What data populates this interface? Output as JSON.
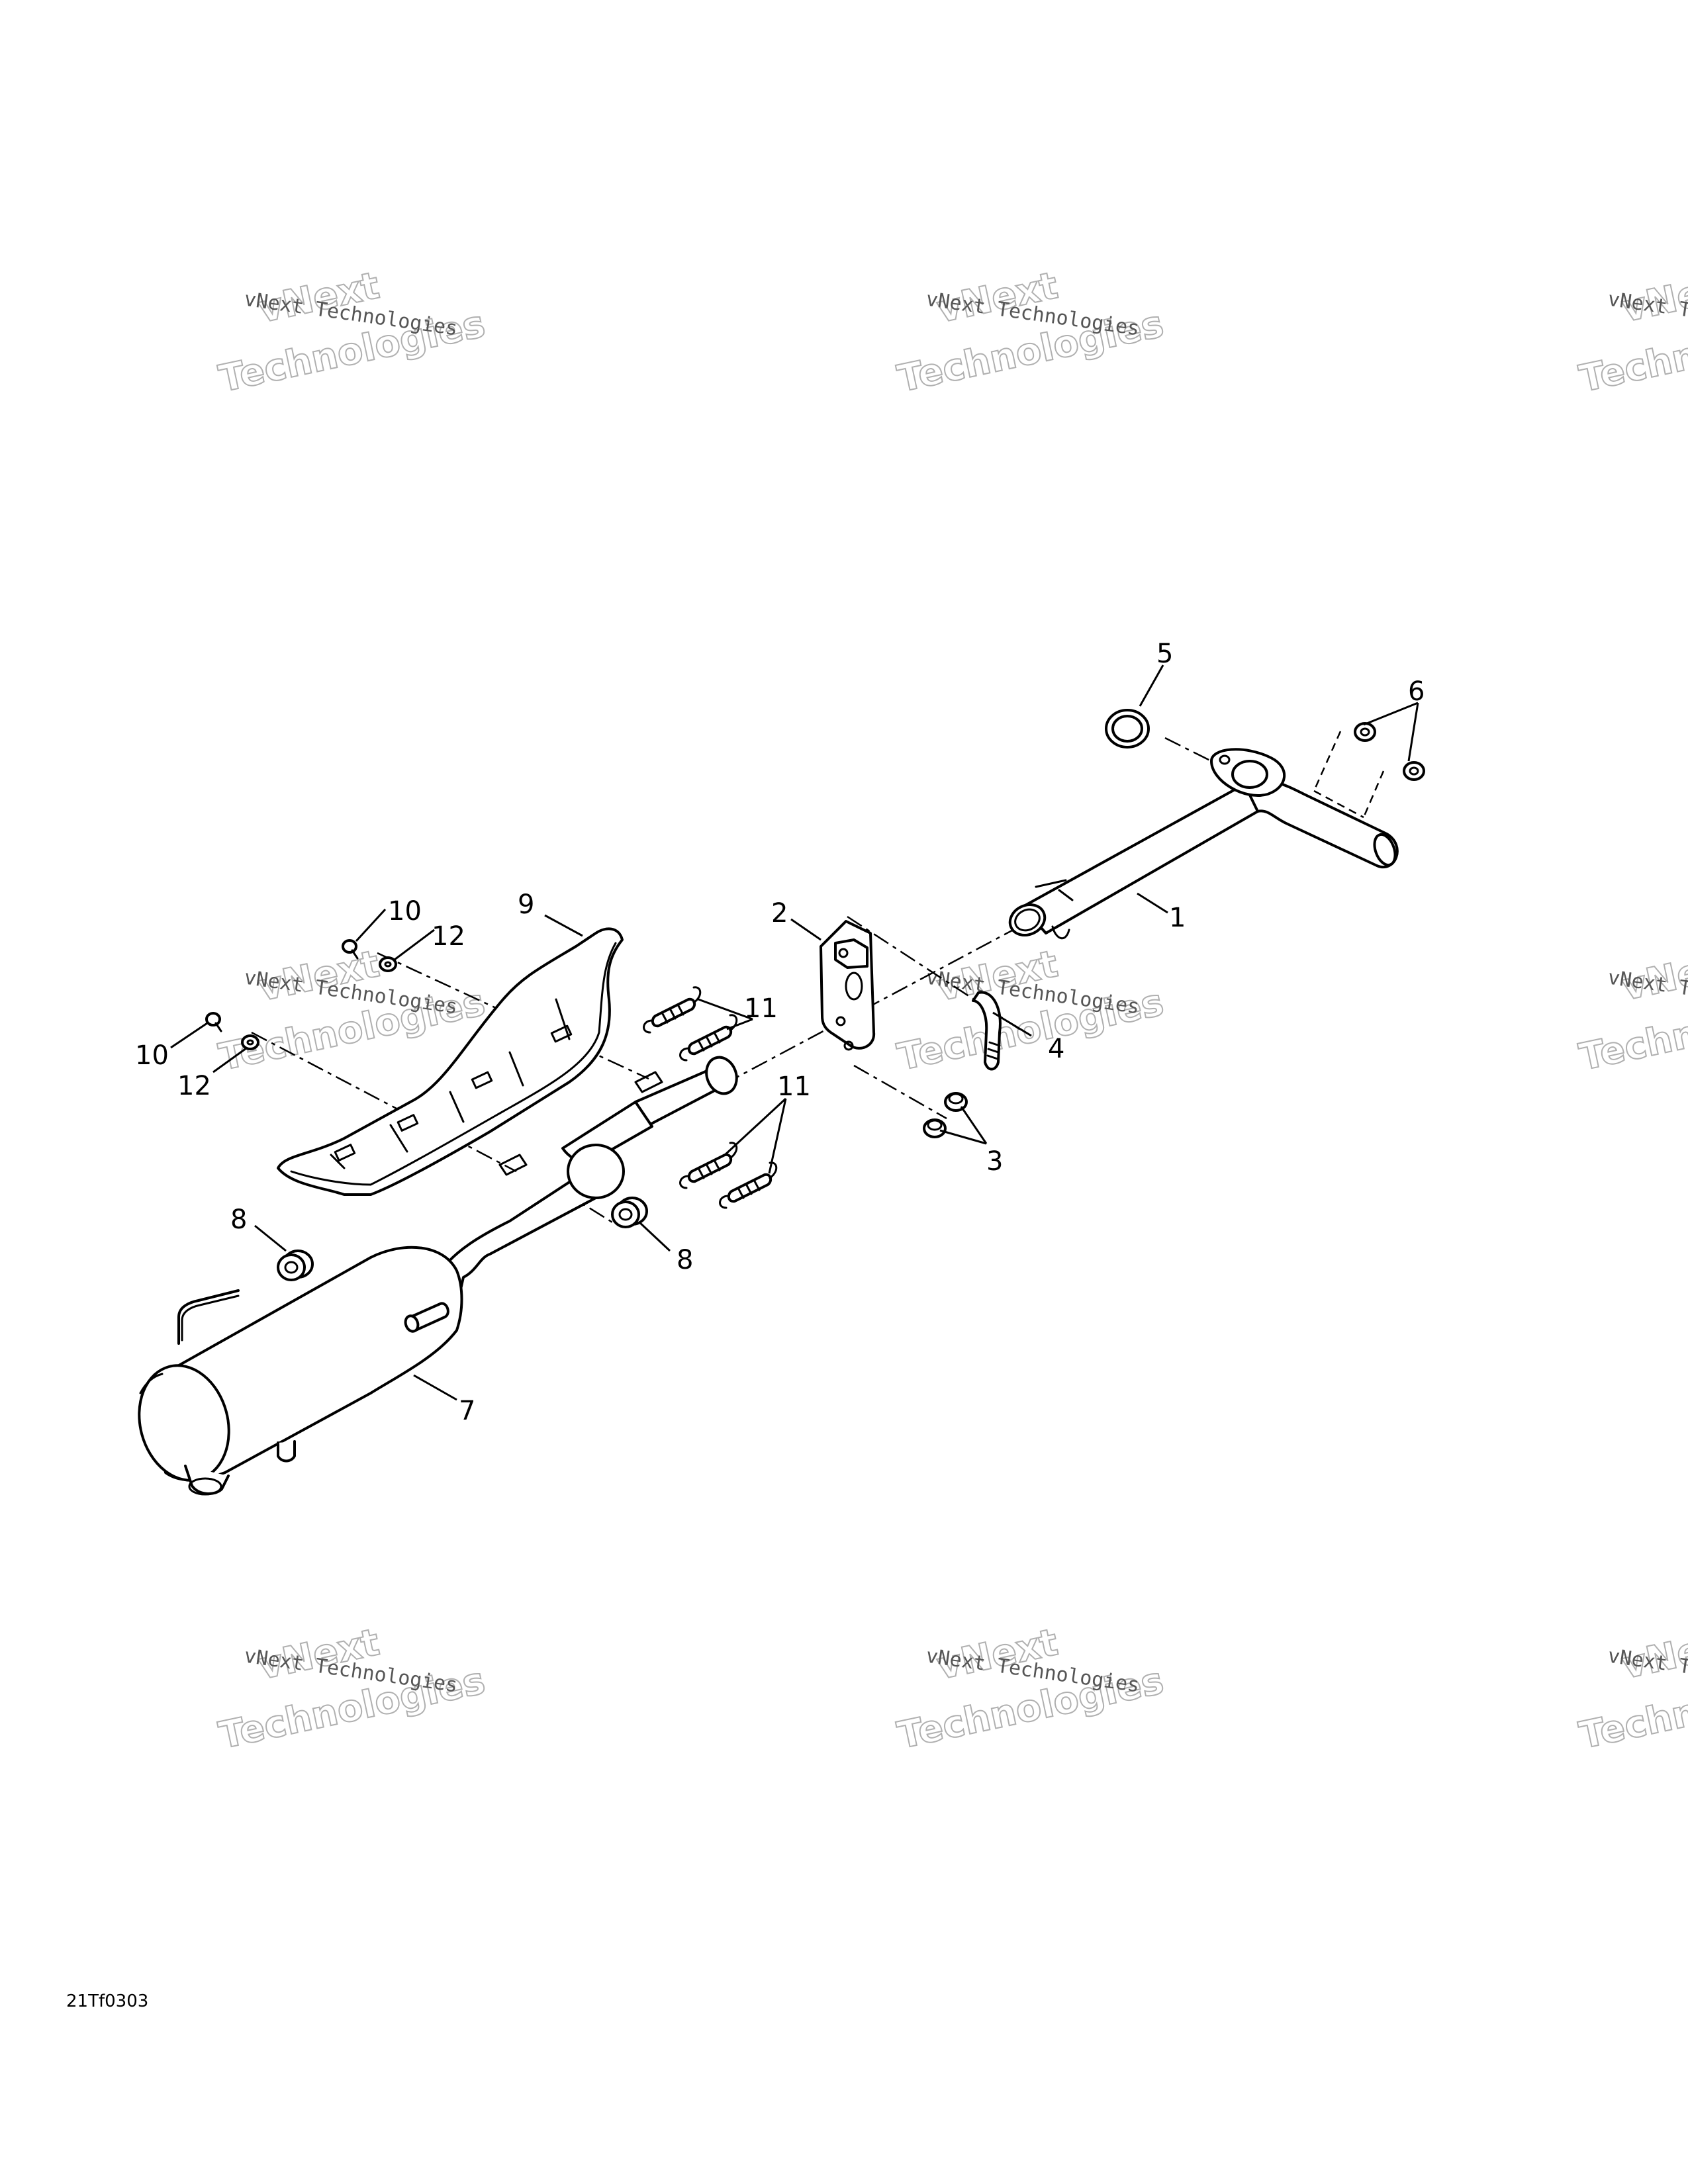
{
  "callouts": {
    "c1": "1",
    "c2": "2",
    "c3": "3",
    "c4": "4",
    "c5": "5",
    "c6": "6",
    "c7": "7",
    "c8a": "8",
    "c8b": "8",
    "c9": "9",
    "c10a": "10",
    "c10b": "10",
    "c11a": "11",
    "c11b": "11",
    "c12a": "12",
    "c12b": "12"
  },
  "watermark": {
    "line1": "vNext Technologies",
    "word_top": "vNext",
    "word_bottom": "Technologies"
  },
  "figure_code": "21Tf0303"
}
